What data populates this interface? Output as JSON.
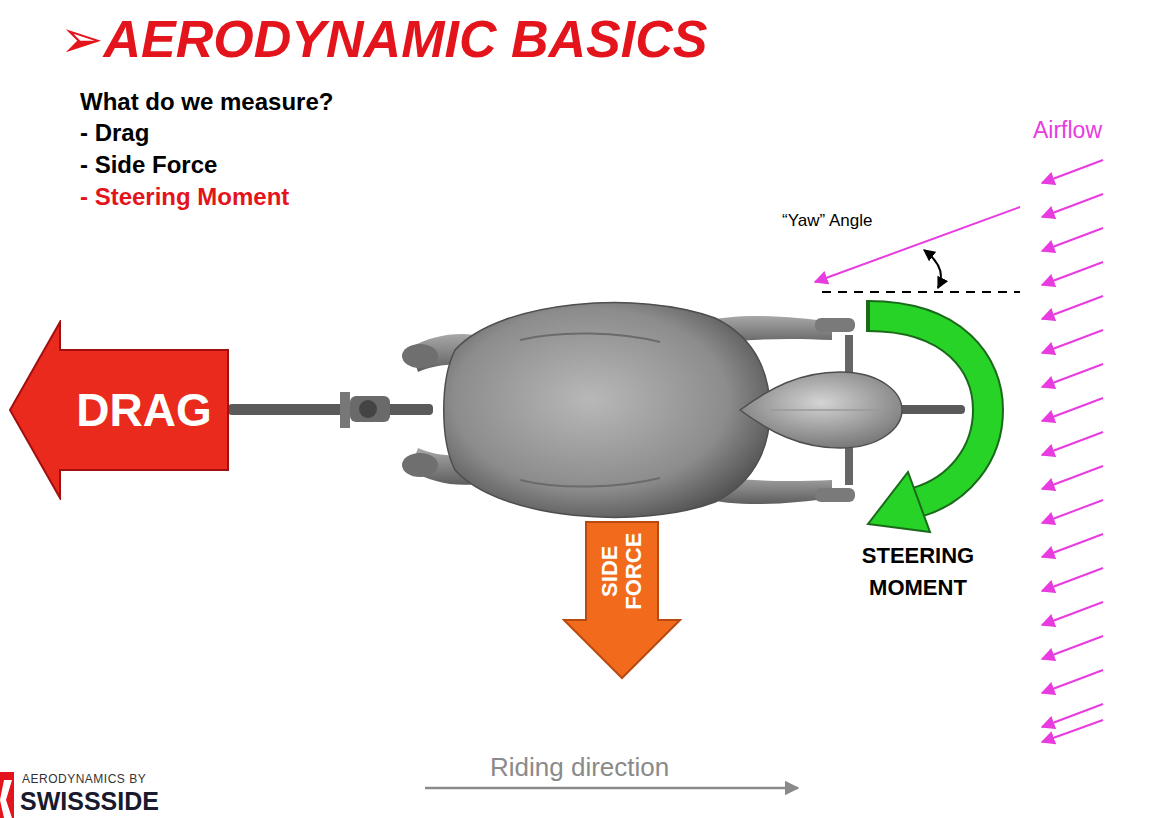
{
  "diagram": {
    "title": "➢AERODYNAMIC BASICS",
    "nodes": [
      {
        "text": [
          "DRAG"
        ]
      },
      {
        "text": [
          "SIDE FORCE"
        ]
      }
    ],
    "labels": [
      "What do we measure?",
      "- Drag",
      "- Side Force",
      "- Steering Moment",
      "Airflow",
      "“Yaw” Angle",
      "STEERING MOMENT",
      "Riding direction",
      "AERODYNAMICS BY",
      "SWISSSIDE"
    ]
  }
}
